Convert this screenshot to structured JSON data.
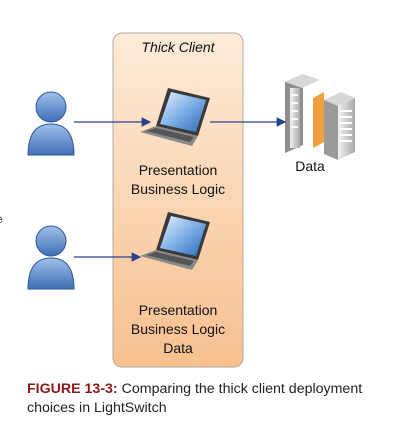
{
  "diagram": {
    "title": "Thick Client",
    "box1_lines": [
      "Presentation",
      "Business Logic"
    ],
    "box2_lines": [
      "Presentation",
      "Business Logic",
      "Data"
    ],
    "data_label": "Data"
  },
  "caption": {
    "figure": "FIGURE 13-3:",
    "text": "Comparing the thick client deployment choices in LightSwitch"
  },
  "stray_char": "e",
  "colors": {
    "panel_top": "#fdecd9",
    "panel_bottom": "#f7c08f",
    "panel_border": "#b7a89b",
    "arrow": "#2b3f8f",
    "user": "#5b86c6",
    "caption_accent": "#8b1a1a"
  }
}
